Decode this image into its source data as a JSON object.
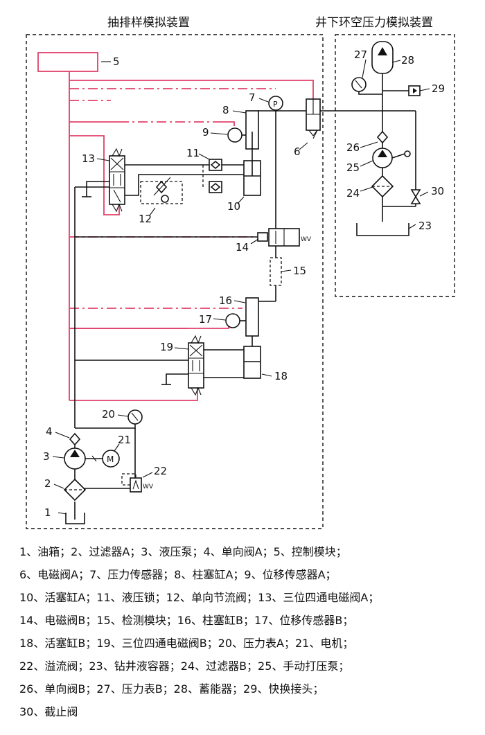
{
  "section_titles": {
    "left": "抽排样模拟装置",
    "right": "井下环空压力模拟装置"
  },
  "component_numbers": [
    "1",
    "2",
    "3",
    "4",
    "5",
    "6",
    "7",
    "8",
    "9",
    "10",
    "11",
    "12",
    "13",
    "14",
    "15",
    "16",
    "17",
    "18",
    "19",
    "20",
    "21",
    "22",
    "23",
    "24",
    "25",
    "26",
    "27",
    "28",
    "29",
    "30"
  ],
  "symbol_marks": {
    "motor": "M",
    "pressure_sensor": "P"
  },
  "legend_lines": [
    "1、油箱；2、过滤器A；3、液压泵；4、单向阀A；5、控制模块；",
    "6、电磁阀A；7、压力传感器；8、柱塞缸A；9、位移传感器A；",
    "10、活塞缸A；11、液压锁；12、单向节流阀；13、三位四通电磁阀A；",
    "14、电磁阀B；15、检测模块；16、柱塞缸B；17、位移传感器B；",
    "18、活塞缸B；19、三位四通电磁阀B；20、压力表A；21、电机；",
    "22、溢流阀；23、钻井液容器；24、过滤器B；25、手动打压泵；",
    "26、单向阀B；27、压力表B；28、蓄能器；29、快换接头；",
    "30、截止阀"
  ],
  "colors": {
    "line": "#111111",
    "control_line": "#e0406a",
    "background": "#ffffff"
  }
}
